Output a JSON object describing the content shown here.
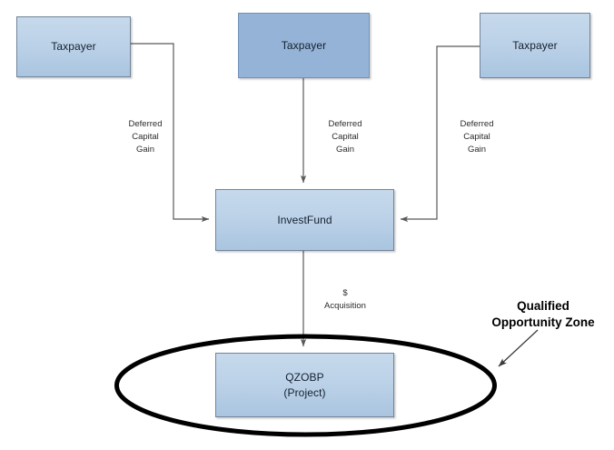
{
  "diagram": {
    "title_hidden": "",
    "background": "#ffffff",
    "colors": {
      "node_fill_light_top": "#c6d9ec",
      "node_fill_light_bottom": "#aac5e0",
      "node_fill_dark": "#95b3d7",
      "node_border": "#73849a",
      "connector": "#595959",
      "ellipse_stroke": "#000000",
      "text": "#14202e",
      "label_text": "#2b2b2b",
      "callout_text": "#000000"
    },
    "nodes": [
      {
        "id": "taxpayer-left",
        "label": "Taxpayer",
        "sub": "",
        "style": "light"
      },
      {
        "id": "taxpayer-middle",
        "label": "Taxpayer",
        "sub": "",
        "style": "dark"
      },
      {
        "id": "taxpayer-right",
        "label": "Taxpayer",
        "sub": "",
        "style": "light"
      },
      {
        "id": "investfund",
        "label": "InvestFund",
        "sub": "",
        "style": "light"
      },
      {
        "id": "qzobp",
        "label": "QZOBP",
        "sub": "(Project)",
        "style": "light"
      }
    ],
    "edges": [
      {
        "id": "edge-left",
        "from": "taxpayer-left",
        "to": "investfund",
        "label": "Deferred\nCapital\nGain"
      },
      {
        "id": "edge-middle",
        "from": "taxpayer-middle",
        "to": "investfund",
        "label": "Deferred\nCapital\nGain"
      },
      {
        "id": "edge-right",
        "from": "taxpayer-right",
        "to": "investfund",
        "label": "Deferred\nCapital\nGain"
      },
      {
        "id": "edge-acquisition",
        "from": "investfund",
        "to": "qzobp",
        "label": "$\nAcquisition"
      }
    ],
    "zone": {
      "id": "qualified-opportunity-zone",
      "label": "Qualified\nOpportunity Zone",
      "shape": "ellipse"
    }
  }
}
